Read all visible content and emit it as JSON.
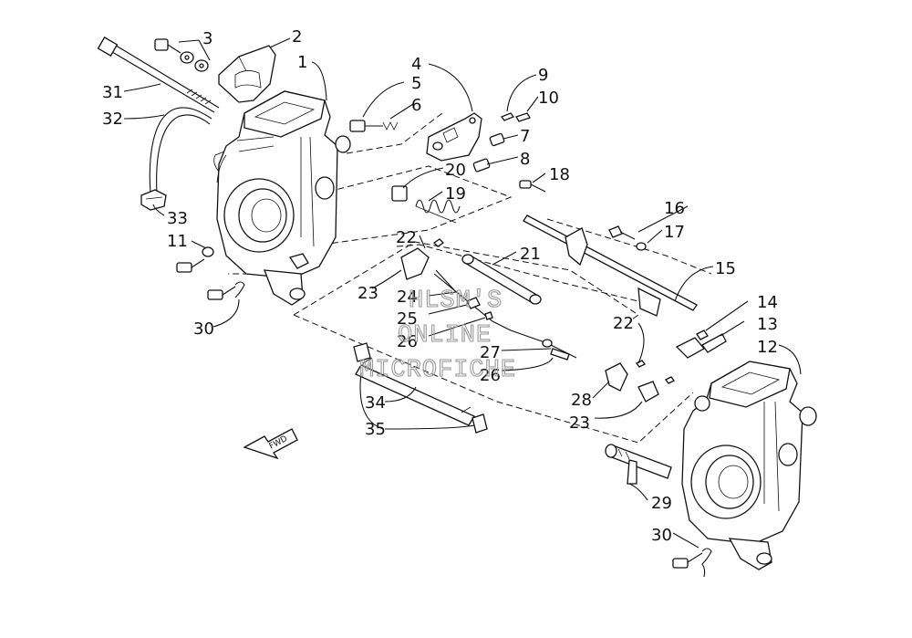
{
  "diagram": {
    "callouts": [
      "1",
      "2",
      "3",
      "4",
      "5",
      "6",
      "7",
      "8",
      "9",
      "10",
      "11",
      "12",
      "13",
      "14",
      "15",
      "16",
      "17",
      "18",
      "19",
      "20",
      "21",
      "22",
      "22",
      "23",
      "23",
      "24",
      "25",
      "26",
      "26",
      "27",
      "28",
      "29",
      "30",
      "30",
      "31",
      "32",
      "33",
      "34",
      "35"
    ],
    "watermark": [
      "HLSM'S",
      "ONLINE",
      "MICROFICHE"
    ],
    "fwd_arrow_label": "FWD"
  }
}
